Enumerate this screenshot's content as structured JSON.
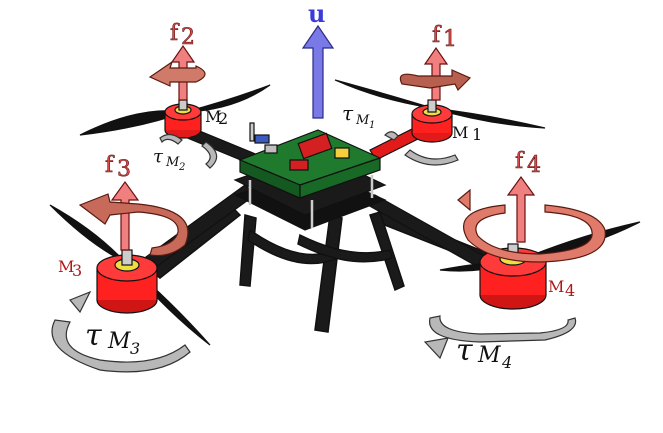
{
  "labels": {
    "u": "u",
    "f1": "f",
    "f1_sub": "1",
    "f2": "f",
    "f2_sub": "2",
    "f3": "f",
    "f3_sub": "3",
    "f4": "f",
    "f4_sub": "4",
    "m1": "M",
    "m1_sub": "1",
    "m2": "M",
    "m2_sub": "2",
    "m3": "M",
    "m3_sub": "3",
    "m4": "M",
    "m4_sub": "4",
    "tau": "τ",
    "tau_m": "M",
    "tau1_sub": "1",
    "tau2_sub": "2",
    "tau3_sub": "3",
    "tau4_sub": "4"
  },
  "colors": {
    "force_arrow": "#f08080",
    "thrust_arrow": "#7a7ae6",
    "motor": "#ff1f1f",
    "torque_arrow": "#b0b0b0",
    "propeller": "#111111",
    "board": "#1f7a2e",
    "frame": "#1a1a1a"
  }
}
